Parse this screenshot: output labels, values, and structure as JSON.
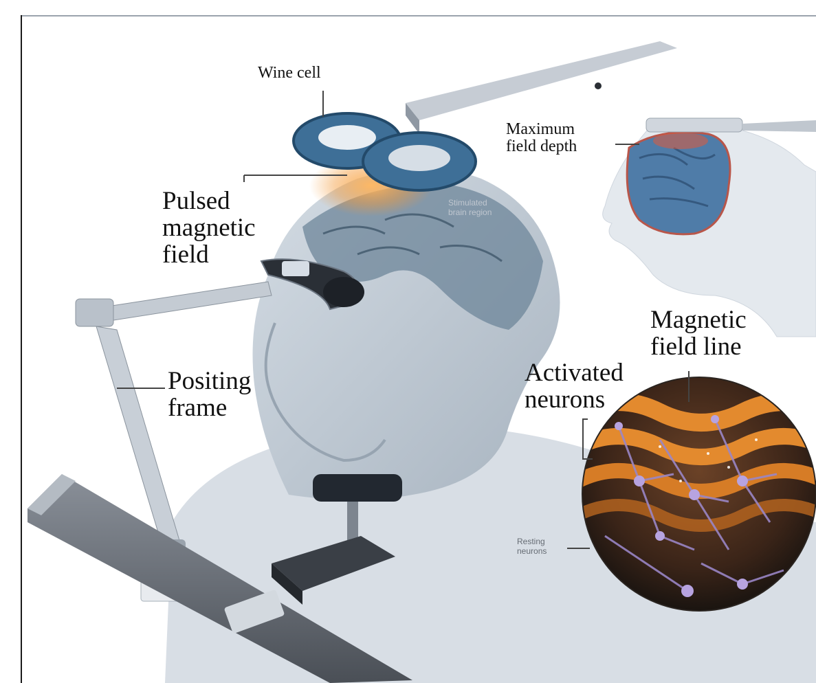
{
  "labels": {
    "wine_cell": "Wine cell",
    "maximum_field_depth": "Maximum\nfield depth",
    "pulsed_magnetic_field": "Pulsed\nmagnetic\nfield",
    "positing_frame": "Positing\nframe",
    "magnetic_field_line": "Magnetic\nfield line",
    "activated_neurons": "Activated\nneurons",
    "stimulated_brain_region": "Stimulated\nbrain region",
    "resting_neurons": "Resting\nneurons"
  },
  "icons": {
    "coil": "figure-eight-coil-icon",
    "head": "head-model-icon",
    "brain": "brain-profile-icon",
    "neurons": "neuron-closeup-icon"
  },
  "colors": {
    "coil": "#3e6f97",
    "coil_dark": "#234a6a",
    "stimulation_glow": "#f39a3a",
    "head": "#bcc8d3",
    "brain": "#4f7ca8",
    "field_line": "#e38a2e",
    "neuron": "#9a86c6"
  }
}
